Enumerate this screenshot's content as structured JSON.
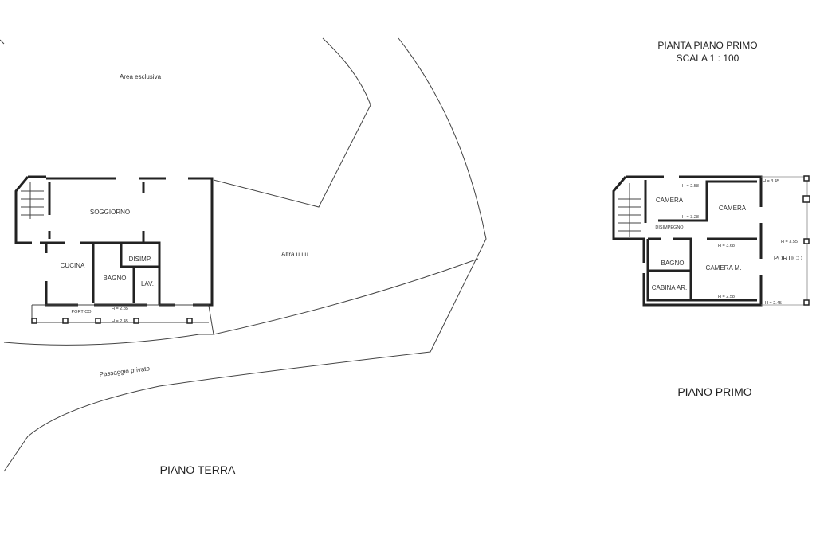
{
  "header": {
    "title": "PIANTA PIANO PRIMO",
    "scale": "SCALA 1 : 100"
  },
  "ground_floor": {
    "title": "PIANO TERRA",
    "area_label": "Area esclusiva",
    "other_unit": "Altra u.i.u.",
    "passage": "Passaggio privato",
    "rooms": {
      "soggiorno": "SOGGIORNO",
      "cucina": "CUCINA",
      "bagno": "BAGNO",
      "disimp": "DISIMP.",
      "lav": "LAV.",
      "portico": "PORTICO"
    },
    "heights": {
      "h1": "H = 2.85",
      "h2": "H = 2.45"
    }
  },
  "first_floor": {
    "title": "PIANO PRIMO",
    "rooms": {
      "camera1": "CAMERA",
      "camera2": "CAMERA",
      "disimpegno": "DISIMPEGNO",
      "bagno": "BAGNO",
      "cabina": "CABINA AR.",
      "camera_m": "CAMERA M.",
      "portico": "PORTICO"
    },
    "heights": {
      "h_cam1_top": "H = 2.58",
      "h_cam1_bot": "H = 3.28",
      "h_cam_m_top": "H = 3.68",
      "h_cam_m_bot": "H = 2.58",
      "h_port_top": "H = 3.45",
      "h_port_mid": "H = 3.55",
      "h_port_bot": "H = 2.45"
    }
  }
}
